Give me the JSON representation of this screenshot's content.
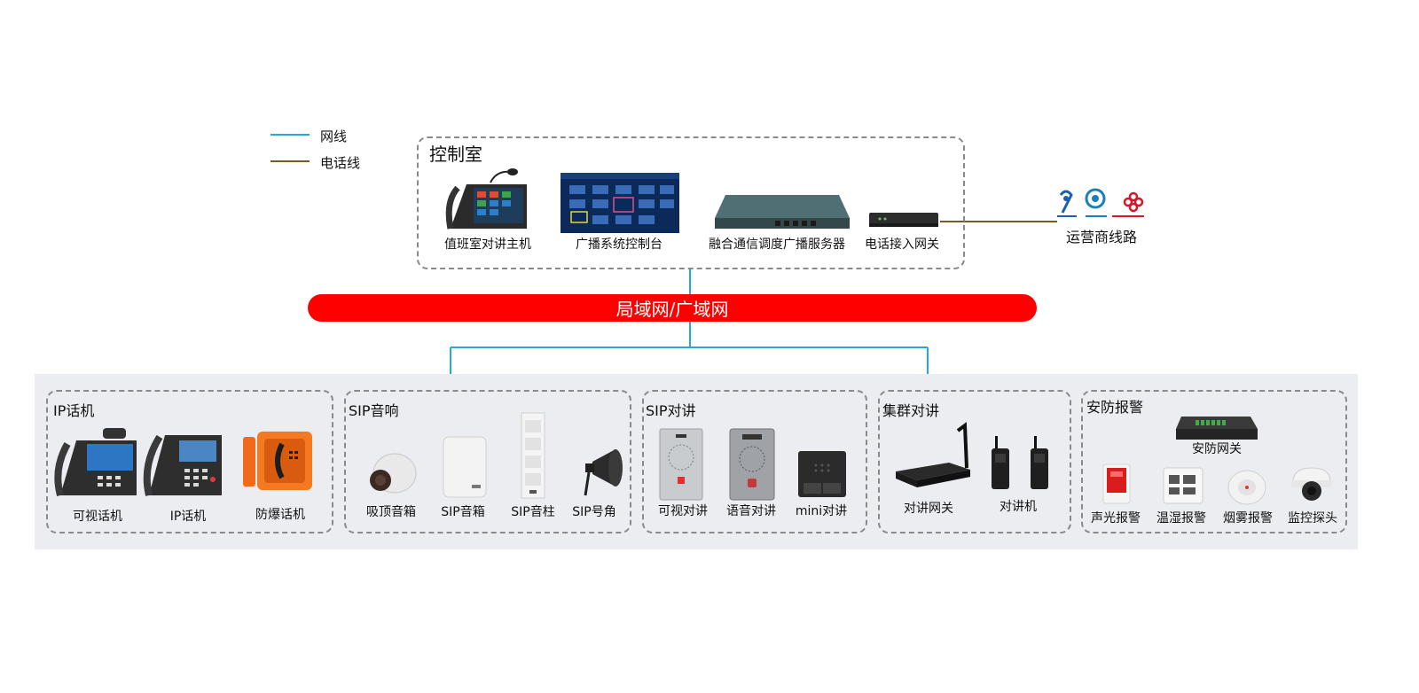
{
  "legend": {
    "network_cable": {
      "label": "网线",
      "color": "#29a7e1"
    },
    "phone_line": {
      "label": "电话线",
      "color": "#7a5a1e"
    }
  },
  "control_room": {
    "title": "控制室",
    "devices": [
      "值班室对讲主机",
      "广播系统控制台",
      "融合通信调度广播服务器",
      "电话接入网关"
    ]
  },
  "carrier": {
    "label": "运营商线路"
  },
  "network_bar": {
    "label": "局域网/广域网",
    "color": "#ff0000"
  },
  "groups": {
    "ip_phone": {
      "title": "IP话机",
      "items": [
        "可视话机",
        "IP话机",
        "防爆话机"
      ]
    },
    "sip_audio": {
      "title": "SIP音响",
      "items": [
        "吸顶音箱",
        "SIP音箱",
        "SIP音柱",
        "SIP号角"
      ]
    },
    "sip_intercom": {
      "title": "SIP对讲",
      "items": [
        "可视对讲",
        "语音对讲",
        "mini对讲"
      ]
    },
    "trunk_intercom": {
      "title": "集群对讲",
      "items": [
        "对讲网关",
        "对讲机"
      ]
    },
    "security": {
      "title": "安防报警",
      "gateway": "安防网关",
      "items": [
        "声光报警",
        "温湿报警",
        "烟雾报警",
        "监控探头"
      ]
    }
  }
}
